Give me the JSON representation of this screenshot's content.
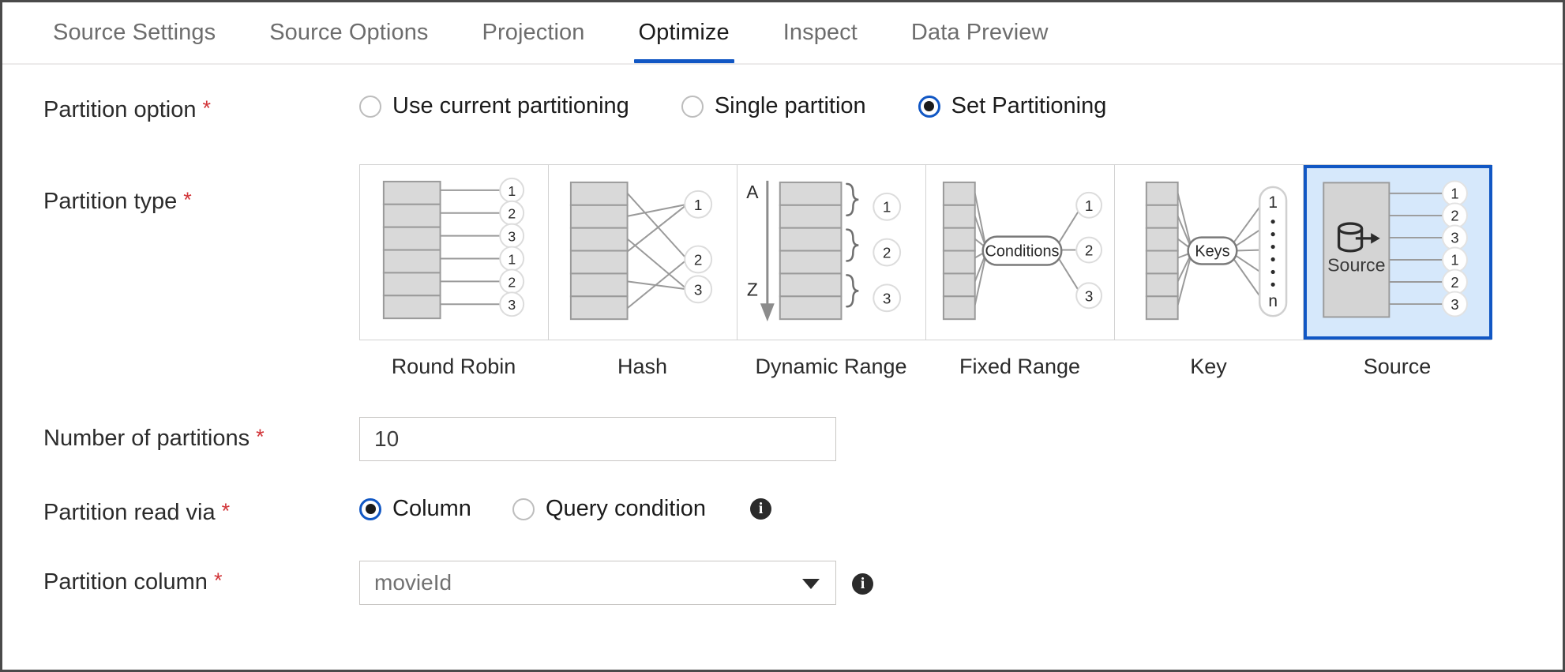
{
  "tabs": [
    {
      "label": "Source Settings",
      "selected": false
    },
    {
      "label": "Source Options",
      "selected": false
    },
    {
      "label": "Projection",
      "selected": false
    },
    {
      "label": "Optimize",
      "selected": true
    },
    {
      "label": "Inspect",
      "selected": false
    },
    {
      "label": "Data Preview",
      "selected": false
    }
  ],
  "accent_color": "#1157c4",
  "required_marker": "*",
  "partition_option": {
    "label": "Partition option",
    "options": [
      {
        "label": "Use current partitioning",
        "checked": false
      },
      {
        "label": "Single partition",
        "checked": false
      },
      {
        "label": "Set Partitioning",
        "checked": true
      }
    ]
  },
  "partition_type": {
    "label": "Partition type",
    "cards": [
      {
        "name": "round-robin",
        "caption": "Round Robin",
        "selected": false
      },
      {
        "name": "hash",
        "caption": "Hash",
        "selected": false
      },
      {
        "name": "dynamic-range",
        "caption": "Dynamic Range",
        "selected": false
      },
      {
        "name": "fixed-range",
        "caption": "Fixed Range",
        "selected": false
      },
      {
        "name": "key",
        "caption": "Key",
        "selected": false
      },
      {
        "name": "source",
        "caption": "Source",
        "selected": true
      }
    ],
    "art_labels": {
      "round_robin_circles": [
        "1",
        "2",
        "3",
        "1",
        "2",
        "3"
      ],
      "hash_circles": [
        "1",
        "2",
        "3"
      ],
      "dynamic_range_circles": [
        "1",
        "2",
        "3"
      ],
      "dynamic_range_axis_top": "A",
      "dynamic_range_axis_bottom": "Z",
      "fixed_range_pill": "Conditions",
      "fixed_range_circles": [
        "1",
        "2",
        "3"
      ],
      "key_pill": "Keys",
      "key_capsule_top": "1",
      "key_capsule_bottom": "n",
      "source_icon_label": "Source",
      "source_circles": [
        "1",
        "2",
        "3",
        "1",
        "2",
        "3"
      ]
    }
  },
  "number_of_partitions": {
    "label": "Number of partitions",
    "value": "10",
    "placeholder": "10"
  },
  "partition_read_via": {
    "label": "Partition read via",
    "options": [
      {
        "label": "Column",
        "checked": true
      },
      {
        "label": "Query condition",
        "checked": false
      }
    ]
  },
  "partition_column": {
    "label": "Partition column",
    "value": "movieId",
    "options": [
      "movieId"
    ]
  }
}
